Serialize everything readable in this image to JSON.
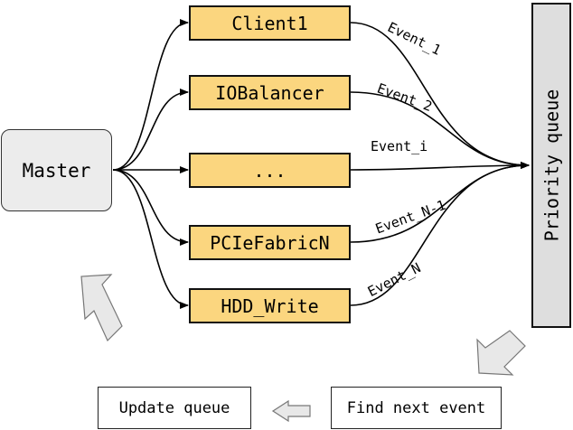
{
  "components": {
    "client1": "Client1",
    "iobalancer": "IOBalancer",
    "ellipsis": "...",
    "pciefabric": "PCIeFabricN",
    "hddwrite": "HDD_Write"
  },
  "master": "Master",
  "priority_queue": "Priority queue",
  "events": {
    "e1": "Event_1",
    "e2": "Event_2",
    "ei": "Event_i",
    "en1": "Event_N-1",
    "en": "Event_N"
  },
  "bottom": {
    "find_next": "Find next event",
    "update_queue": "Update queue"
  }
}
